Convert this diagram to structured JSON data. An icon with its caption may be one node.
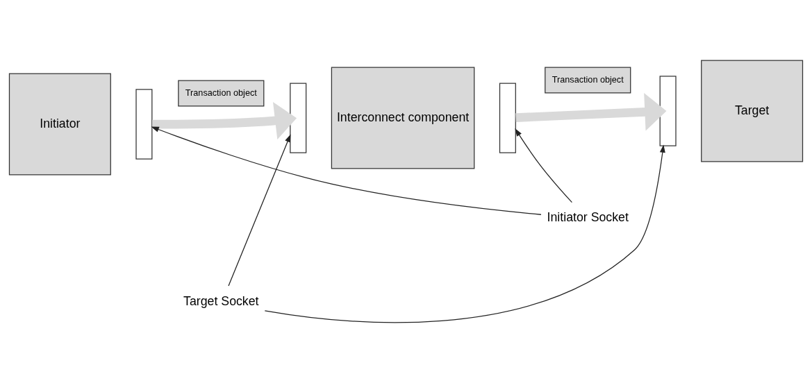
{
  "diagram": {
    "nodes": [
      {
        "text": [
          "Initiator"
        ]
      },
      {
        "text": [],
        "shape": "box"
      },
      {
        "text": [
          "Transaction object"
        ]
      },
      {
        "text": [],
        "shape": "box"
      },
      {
        "text": [
          "Interconnect component"
        ]
      },
      {
        "text": [],
        "shape": "box"
      },
      {
        "text": [
          "Transaction object"
        ]
      },
      {
        "text": [],
        "shape": "box"
      },
      {
        "text": [
          "Target"
        ]
      },
      {
        "text": [
          "Target Socket"
        ]
      },
      {
        "text": [
          "Initiator Socket"
        ]
      }
    ],
    "edges": [
      {
        "from": 1,
        "to": 3,
        "arrow": "to",
        "style": "thick",
        "color": "#d9d9d9"
      },
      {
        "from": 5,
        "to": 7,
        "arrow": "to",
        "style": "thick",
        "color": "#d9d9d9"
      },
      {
        "from": 9,
        "to": 3,
        "arrow": "to"
      },
      {
        "from": 9,
        "to": 7,
        "arrow": "to"
      },
      {
        "from": 10,
        "to": 1,
        "arrow": "to"
      },
      {
        "from": 10,
        "to": 5,
        "arrow": "to"
      }
    ]
  }
}
